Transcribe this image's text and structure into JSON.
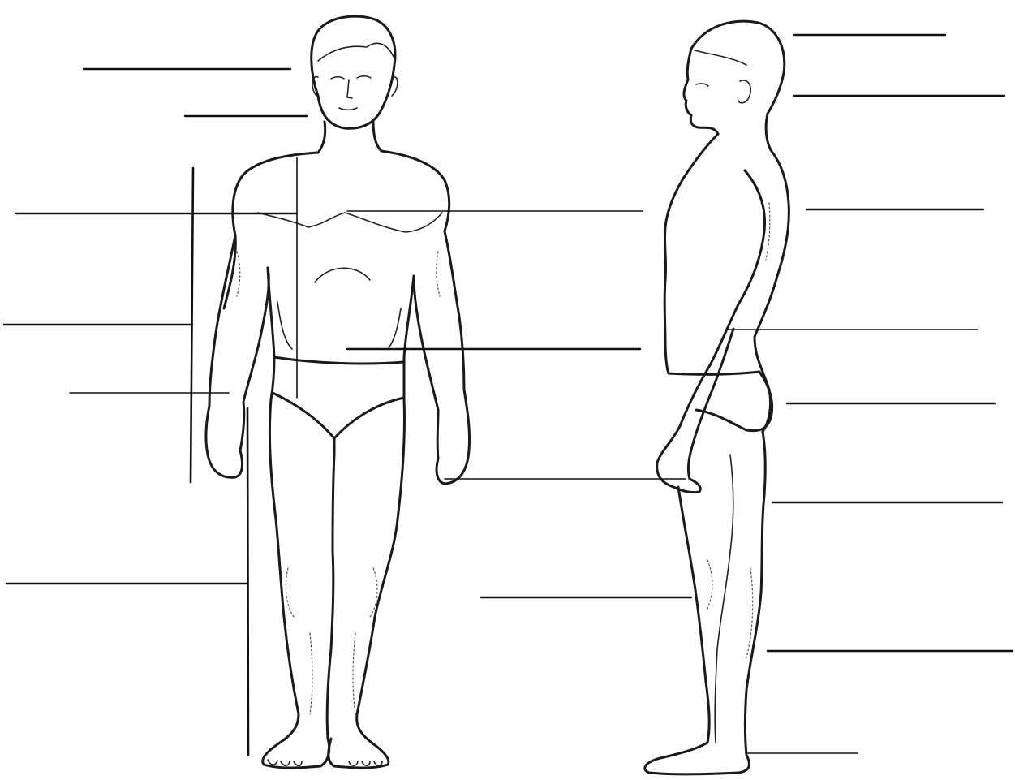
{
  "worksheet": {
    "figures": [
      {
        "name": "anterior-view-figure"
      },
      {
        "name": "lateral-view-figure"
      }
    ],
    "label_blank_count": 18,
    "line_color": "#111111",
    "background_color": "#ffffff"
  }
}
